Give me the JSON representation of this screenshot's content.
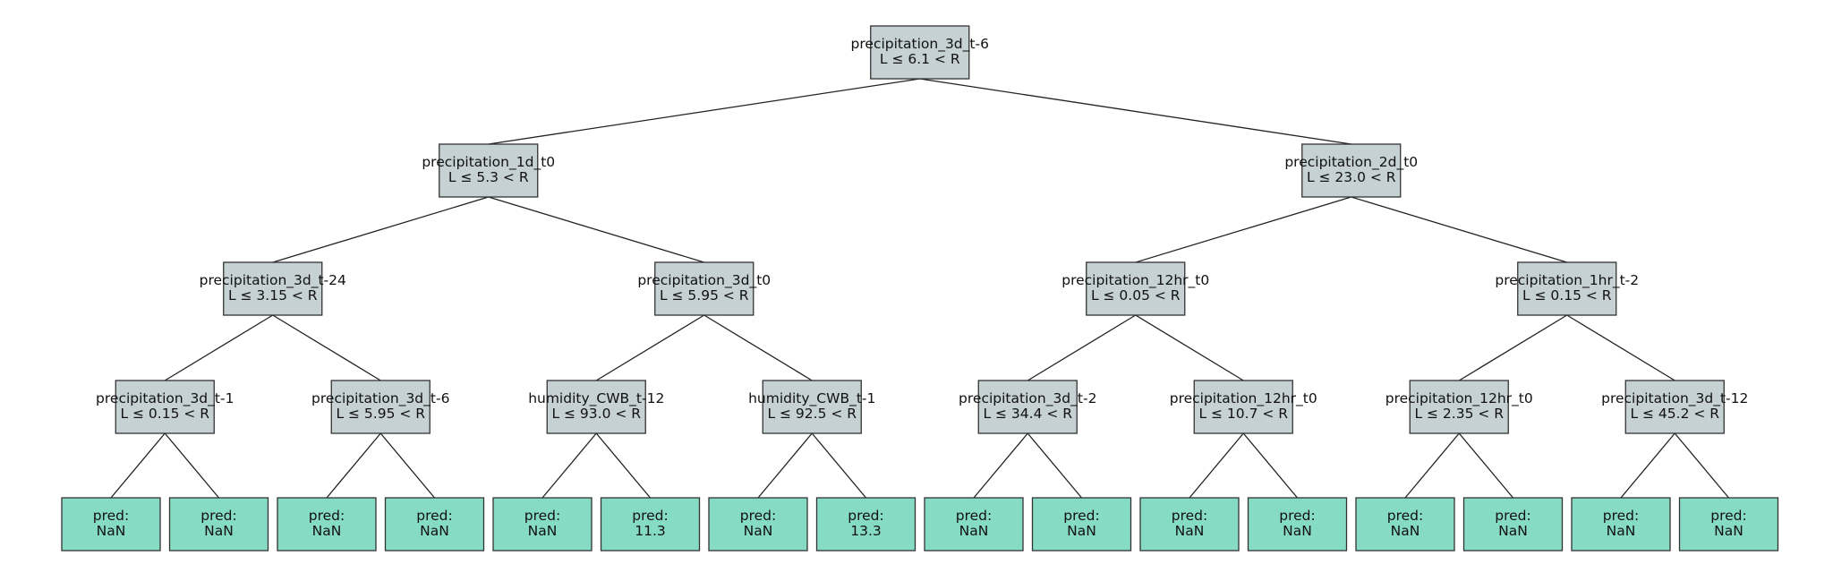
{
  "tree": {
    "split_nodes": [
      {
        "id": "n0",
        "feature": "precipitation_3d_t-6",
        "rule": "L ≤ 6.1 < R"
      },
      {
        "id": "n1",
        "feature": "precipitation_1d_t0",
        "rule": "L ≤ 5.3 < R"
      },
      {
        "id": "n2",
        "feature": "precipitation_2d_t0",
        "rule": "L ≤ 23.0 < R"
      },
      {
        "id": "n3",
        "feature": "precipitation_3d_t-24",
        "rule": "L ≤ 3.15 < R"
      },
      {
        "id": "n4",
        "feature": "precipitation_3d_t0",
        "rule": "L ≤ 5.95 < R"
      },
      {
        "id": "n5",
        "feature": "precipitation_12hr_t0",
        "rule": "L ≤ 0.05 < R"
      },
      {
        "id": "n6",
        "feature": "precipitation_1hr_t-2",
        "rule": "L ≤ 0.15 < R"
      },
      {
        "id": "n7",
        "feature": "precipitation_3d_t-1",
        "rule": "L ≤ 0.15 < R"
      },
      {
        "id": "n8",
        "feature": "precipitation_3d_t-6",
        "rule": "L ≤ 5.95 < R"
      },
      {
        "id": "n9",
        "feature": "humidity_CWB_t-12",
        "rule": "L ≤ 93.0 < R"
      },
      {
        "id": "n10",
        "feature": "humidity_CWB_t-1",
        "rule": "L ≤ 92.5 < R"
      },
      {
        "id": "n11",
        "feature": "precipitation_3d_t-2",
        "rule": "L ≤ 34.4 < R"
      },
      {
        "id": "n12",
        "feature": "precipitation_12hr_t0",
        "rule": "L ≤ 10.7 < R"
      },
      {
        "id": "n13",
        "feature": "precipitation_12hr_t0",
        "rule": "L ≤ 2.35 < R"
      },
      {
        "id": "n14",
        "feature": "precipitation_3d_t-12",
        "rule": "L ≤ 45.2 < R"
      }
    ],
    "leaves": [
      {
        "label": "pred:",
        "value": "NaN"
      },
      {
        "label": "pred:",
        "value": "NaN"
      },
      {
        "label": "pred:",
        "value": "NaN"
      },
      {
        "label": "pred:",
        "value": "NaN"
      },
      {
        "label": "pred:",
        "value": "NaN"
      },
      {
        "label": "pred:",
        "value": "11.3"
      },
      {
        "label": "pred:",
        "value": "NaN"
      },
      {
        "label": "pred:",
        "value": "13.3"
      },
      {
        "label": "pred:",
        "value": "NaN"
      },
      {
        "label": "pred:",
        "value": "NaN"
      },
      {
        "label": "pred:",
        "value": "NaN"
      },
      {
        "label": "pred:",
        "value": "NaN"
      },
      {
        "label": "pred:",
        "value": "NaN"
      },
      {
        "label": "pred:",
        "value": "NaN"
      },
      {
        "label": "pred:",
        "value": "NaN"
      },
      {
        "label": "pred:",
        "value": "NaN"
      }
    ],
    "colors": {
      "split_node": "#c6d1d3",
      "leaf_node": "#86dbc4",
      "edge": "#222222",
      "border": "#333333"
    }
  }
}
